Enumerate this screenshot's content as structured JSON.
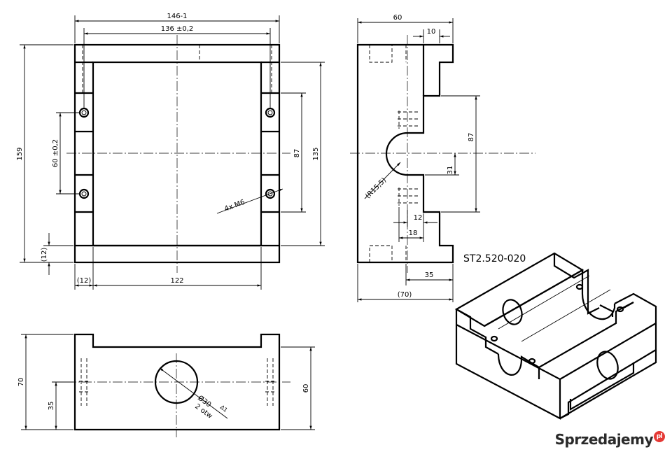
{
  "part_number": "ST2.520-020",
  "front_view": {
    "width_dim": "146-1",
    "hole_spacing_dim": "136 ±0,2",
    "height_dim": "159",
    "vertical_hole_spacing_dim": "60 ±0,2",
    "inner_height_dim": "87",
    "inner_span_dim": "135",
    "thread_callout": "4x M6",
    "bottom_wall_dim": "(12)",
    "side_wall_dim": "(12)",
    "inner_width_dim": "122"
  },
  "side_view": {
    "depth_dim": "60",
    "flange_dim": "10",
    "slot_height_dim": "87",
    "half_slot_dim": "31",
    "radius_dim": "(R15,5)",
    "step_dim_small": "12",
    "step_dim_large": "18",
    "offset_dim": "35",
    "overall_dim": "(70)"
  },
  "bottom_view": {
    "height_dim": "70",
    "center_height_dim": "35",
    "right_height_dim": "60",
    "bore_dim": "Ø30",
    "bore_tolerance": "Δ1",
    "bore_note": "2 otw"
  },
  "watermark": {
    "brand": "Sprzedajemy",
    "badge": "pl",
    "brand_color": "#2a2a2a",
    "badge_color": "#e53935"
  }
}
